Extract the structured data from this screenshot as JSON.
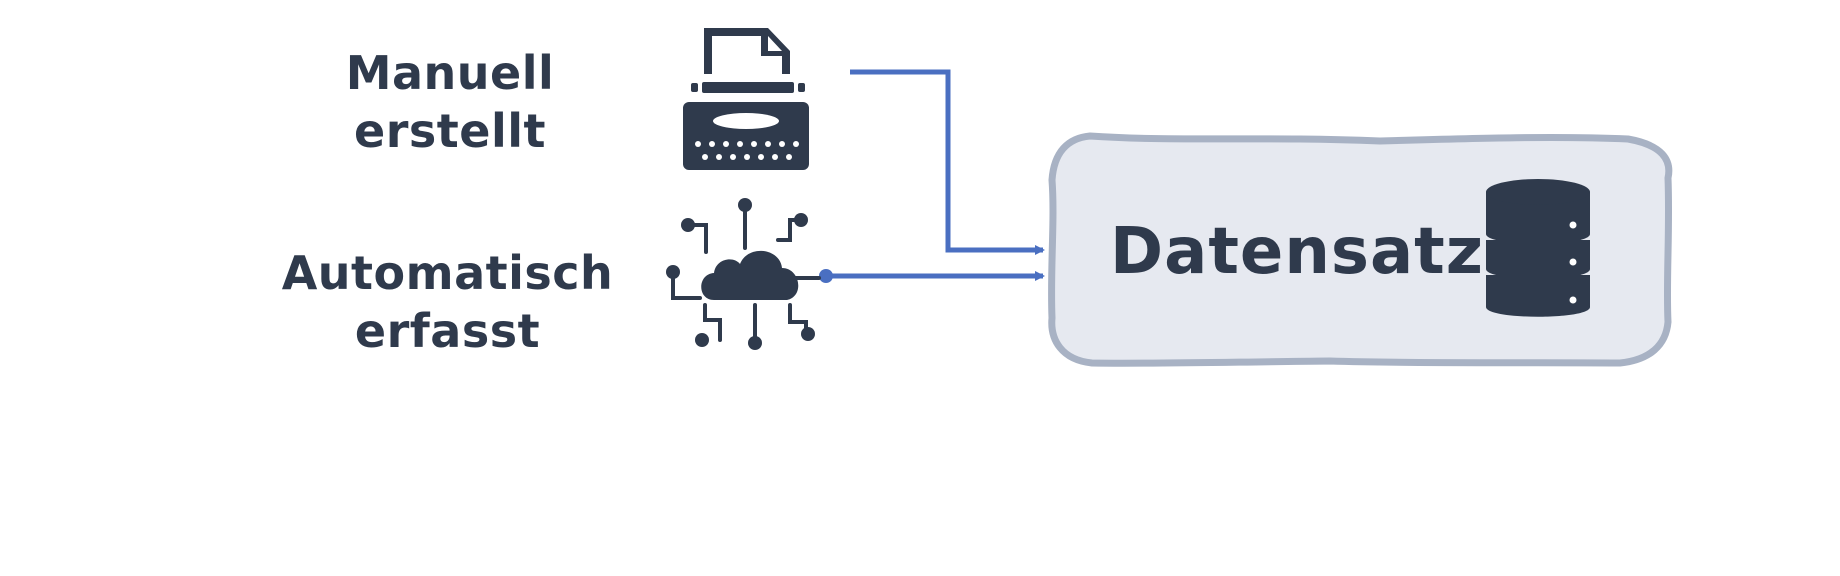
{
  "sources": {
    "manual": {
      "line1": "Manuell",
      "line2": "erstellt",
      "icon": "typewriter-icon"
    },
    "automatic": {
      "line1": "Automatisch",
      "line2": "erfasst",
      "icon": "cloud-network-icon"
    }
  },
  "target": {
    "title": "Datensatz",
    "icon": "database-icon"
  },
  "colors": {
    "text": "#2f3a4c",
    "icon": "#2f3a4c",
    "arrow": "#4a6fc1",
    "box_fill": "#e6e9f0",
    "box_border": "#a8b2c4"
  }
}
